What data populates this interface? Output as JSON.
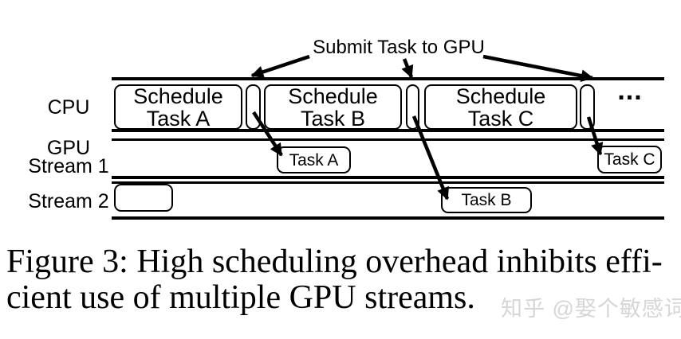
{
  "figure": {
    "annotation": "Submit Task to GPU",
    "row_labels": {
      "cpu": "CPU",
      "gpu_line1": "GPU",
      "gpu_line2": "Stream 1",
      "stream2": "Stream 2"
    },
    "cpu_row": {
      "boxes": [
        {
          "line1": "Schedule",
          "line2": "Task A"
        },
        {
          "line1": "Schedule",
          "line2": "Task B"
        },
        {
          "line1": "Schedule",
          "line2": "Task C"
        }
      ],
      "ellipsis": "..."
    },
    "stream1_row": {
      "boxes": [
        {
          "label": "Task A"
        },
        {
          "label": "Task C"
        }
      ]
    },
    "stream2_row": {
      "boxes": [
        {
          "label": ""
        },
        {
          "label": "Task B"
        }
      ]
    }
  },
  "caption": {
    "line1": "Figure 3: High scheduling overhead inhibits effi-",
    "line2": "cient use of multiple GPU streams."
  },
  "watermark": {
    "text": "知乎 @娶个敏感词",
    "color": "#d6d6d6"
  },
  "colors": {
    "ink": "#000000",
    "background": "#ffffff"
  }
}
